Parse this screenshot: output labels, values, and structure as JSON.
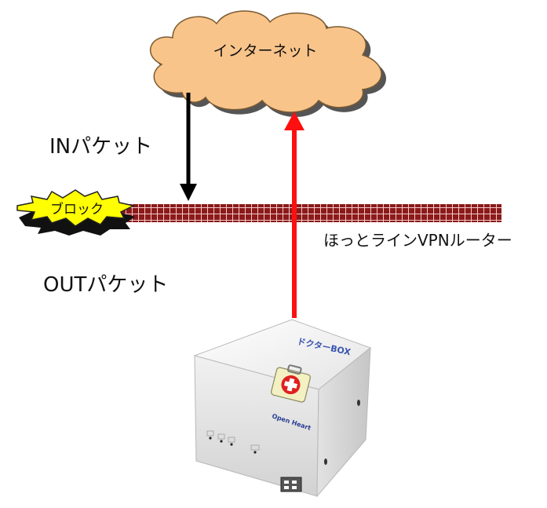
{
  "cloud": {
    "label": "インターネット"
  },
  "labels": {
    "in_packet": "INパケット",
    "out_packet": "OUTパケット",
    "router": "ほっとラインVPNルーター"
  },
  "block": {
    "label": "ブロック"
  },
  "device": {
    "name": "ドクターBOX",
    "brand": "Open Heart"
  },
  "colors": {
    "cloud_fill": "#f9c48a",
    "firewall": "#8b1a1a",
    "in_arrow": "#000000",
    "out_arrow": "#ff1010",
    "block_badge": "#ffff00"
  },
  "icons": {
    "device": "medical-kit-icon",
    "block": "explosion-badge-icon"
  }
}
